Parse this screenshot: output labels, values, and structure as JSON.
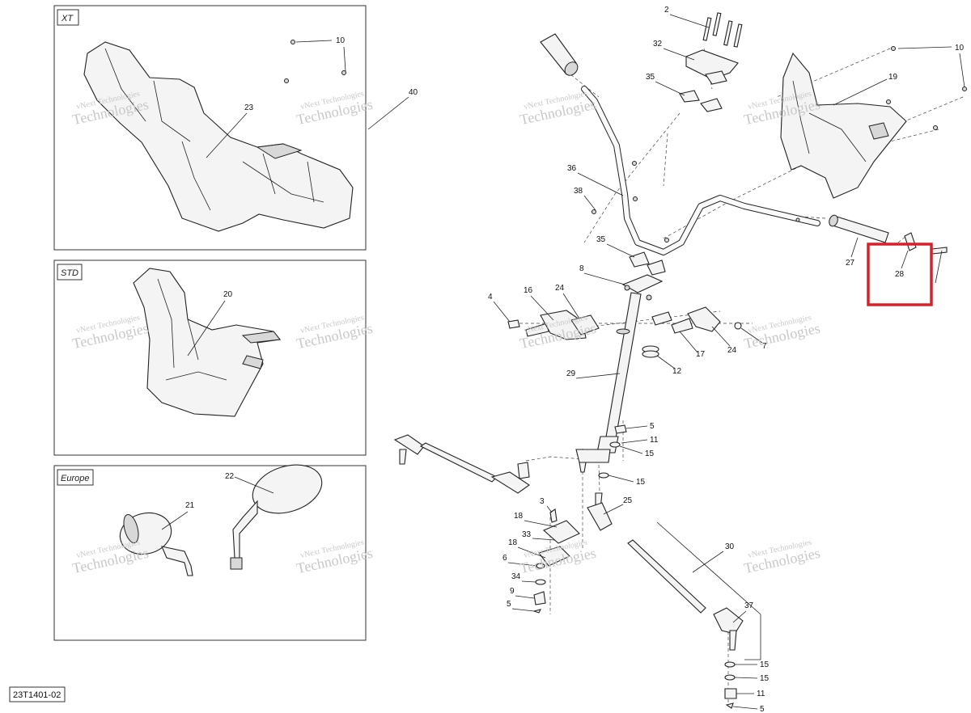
{
  "panels": {
    "xt": {
      "tag": "XT"
    },
    "std": {
      "tag": "STD"
    },
    "europe": {
      "tag": "Europe"
    }
  },
  "callouts": {
    "c10a": "10",
    "c23": "23",
    "c40": "40",
    "c20": "20",
    "c22": "22",
    "c21": "21",
    "c2": "2",
    "c32": "32",
    "c35a": "35",
    "c36": "36",
    "c38": "38",
    "c35b": "35",
    "c8": "8",
    "c16": "16",
    "c24a": "24",
    "c4": "4",
    "c29": "29",
    "c17": "17",
    "c24b": "24",
    "c7": "7",
    "c12": "12",
    "c10b": "10",
    "c19": "19",
    "c27": "27",
    "c28": "28",
    "c5a": "5",
    "c11a": "11",
    "c15a": "15",
    "c15b": "15",
    "c3": "3",
    "c18a": "18",
    "c33": "33",
    "c18b": "18",
    "c6": "6",
    "c34": "34",
    "c9": "9",
    "c5b": "5",
    "c25": "25",
    "c30": "30",
    "c37": "37",
    "c15c": "15",
    "c15d": "15",
    "c11b": "11",
    "c5c": "5"
  },
  "watermark": {
    "line1": "vNext Technologies",
    "line2": "Technologies"
  },
  "highlight": {
    "target": "28",
    "color": "#d9202a"
  },
  "document_id": "23T1401-02"
}
